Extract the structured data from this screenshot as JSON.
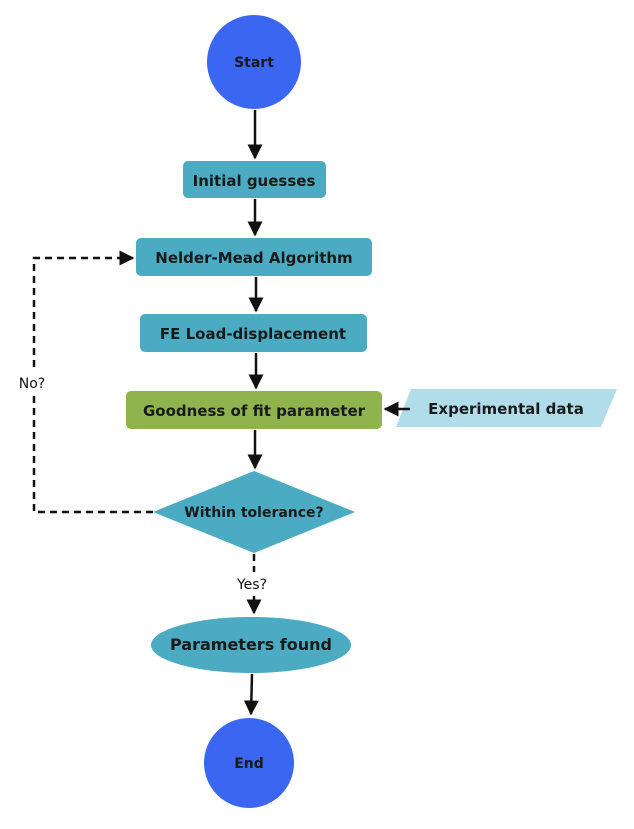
{
  "colors": {
    "terminal": "#3a66f2",
    "process": "#4aabc2",
    "fit": "#8fb44e",
    "data_input": "#b1dcea",
    "outcome": "#4aabc2",
    "line": "#111111"
  },
  "nodes": {
    "start": "Start",
    "initial_guesses": "Initial guesses",
    "nelder_mead": "Nelder-Mead Algorithm",
    "fe_load_displacement": "FE Load-displacement",
    "goodness_of_fit": "Goodness of fit parameter",
    "experimental_data": "Experimental data",
    "within_tolerance": "Within tolerance?",
    "parameters_found": "Parameters found",
    "end": "End"
  },
  "edges": {
    "no_label": "No?",
    "yes_label": "Yes?"
  }
}
